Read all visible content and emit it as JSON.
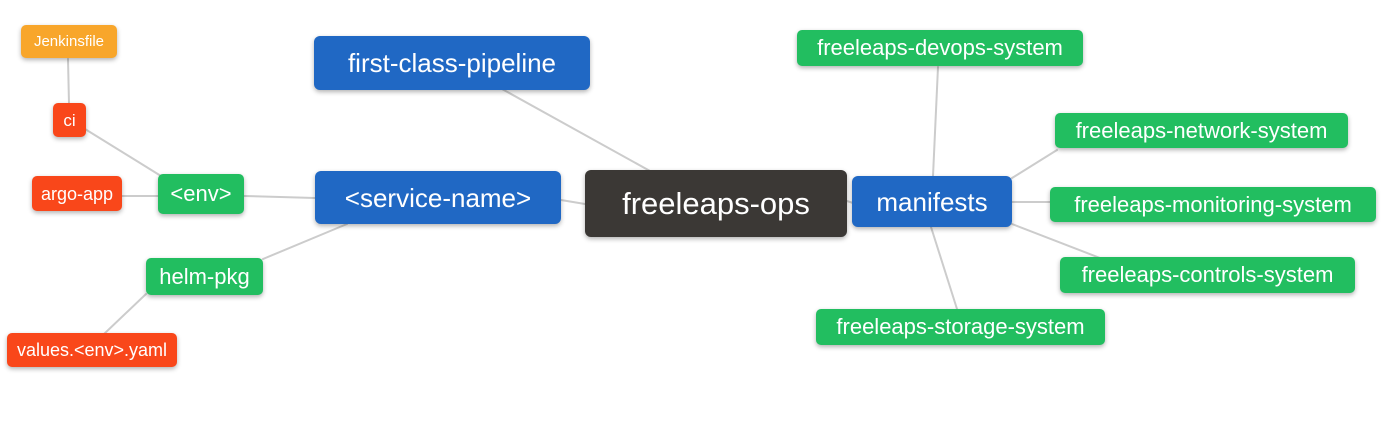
{
  "diagram": {
    "type": "mindmap",
    "palette": {
      "background": "#FFFFFF",
      "text": "#FFFFFF",
      "edge": "#CCCCCC",
      "root_bg": "#3B3835",
      "level2_bg": "#2068C4",
      "level3_bg": "#22BE60",
      "level4_bg": "#F9471A",
      "level5_bg": "#F8A62B"
    },
    "nodes": {
      "root": {
        "label": "freeleaps-ops",
        "level": 1
      },
      "first_class_pipeline": {
        "label": "first-class-pipeline",
        "level": 2
      },
      "service_name": {
        "label": "<service-name>",
        "level": 2
      },
      "manifests": {
        "label": "manifests",
        "level": 2
      },
      "env": {
        "label": "<env>",
        "level": 3
      },
      "helm_pkg": {
        "label": "helm-pkg",
        "level": 3
      },
      "ci": {
        "label": "ci",
        "level": 4
      },
      "argo_app": {
        "label": "argo-app",
        "level": 4
      },
      "values_env_yaml": {
        "label": "values.<env>.yaml",
        "level": 4
      },
      "jenkinsfile": {
        "label": "Jenkinsfile",
        "level": 5
      },
      "devops_system": {
        "label": "freeleaps-devops-system",
        "level": 3
      },
      "network_system": {
        "label": "freeleaps-network-system",
        "level": 3
      },
      "monitoring_system": {
        "label": "freeleaps-monitoring-system",
        "level": 3
      },
      "controls_system": {
        "label": "freeleaps-controls-system",
        "level": 3
      },
      "storage_system": {
        "label": "freeleaps-storage-system",
        "level": 3
      }
    },
    "edges": [
      [
        "jenkinsfile",
        "ci"
      ],
      [
        "ci",
        "env"
      ],
      [
        "argo_app",
        "env"
      ],
      [
        "env",
        "service_name"
      ],
      [
        "service_name",
        "helm_pkg"
      ],
      [
        "helm_pkg",
        "values_env_yaml"
      ],
      [
        "first_class_pipeline",
        "root"
      ],
      [
        "service_name",
        "root"
      ],
      [
        "root",
        "manifests"
      ],
      [
        "manifests",
        "devops_system"
      ],
      [
        "manifests",
        "network_system"
      ],
      [
        "manifests",
        "monitoring_system"
      ],
      [
        "manifests",
        "controls_system"
      ],
      [
        "manifests",
        "storage_system"
      ]
    ]
  }
}
